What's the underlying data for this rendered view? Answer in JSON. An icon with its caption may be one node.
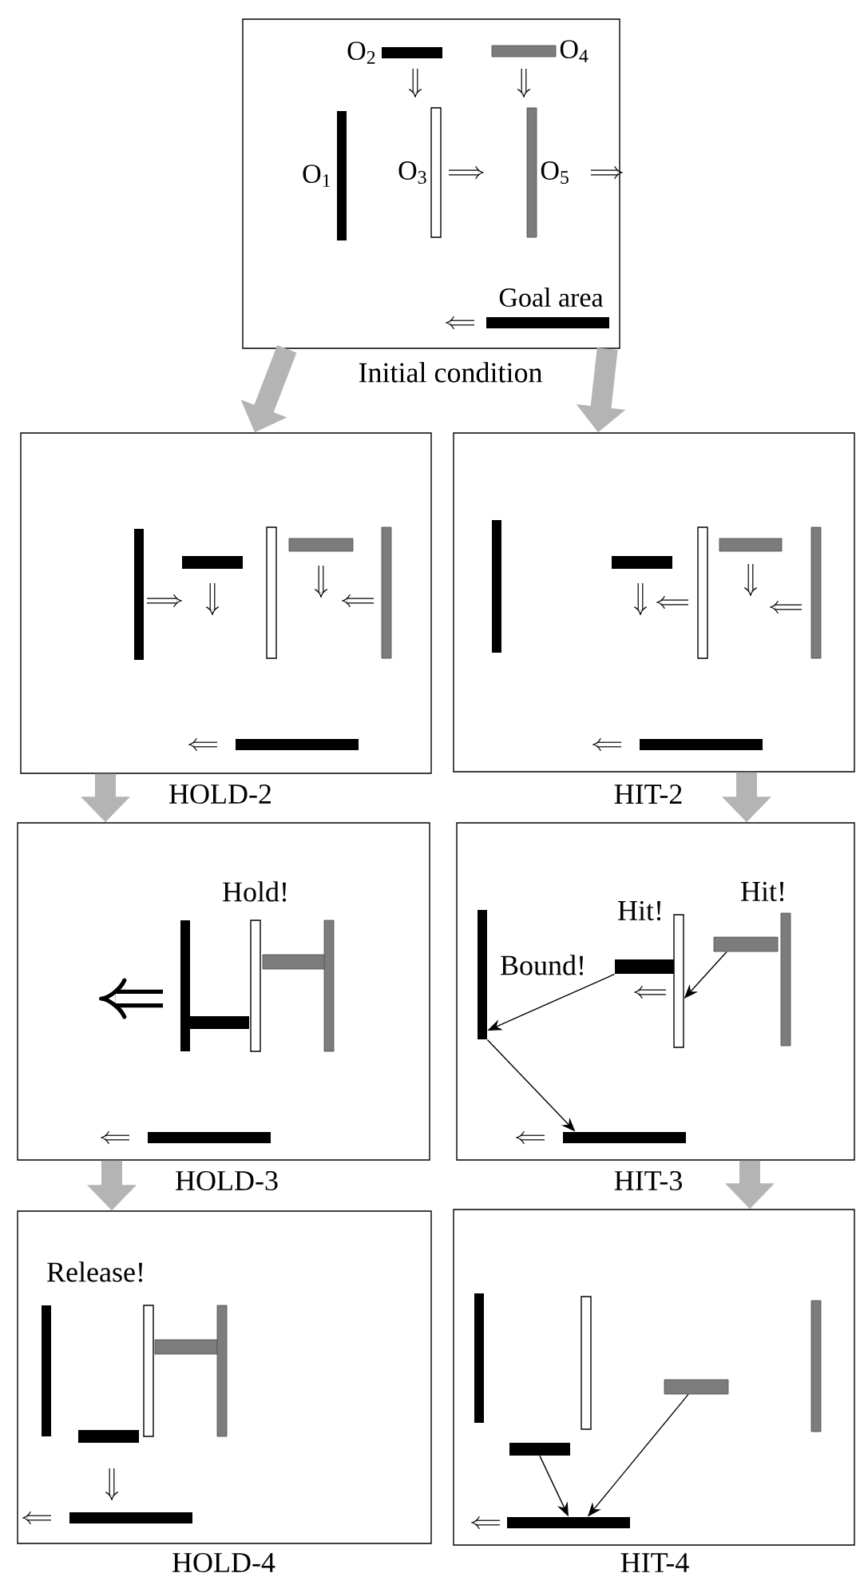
{
  "diagram": {
    "nodes": [
      {
        "text": [],
        "shape": "box",
        "beside": [
          "Initial condition"
        ]
      },
      {
        "text": [],
        "shape": "bar",
        "in": 0,
        "beside": [
          "O$_{1}$"
        ]
      },
      {
        "text": [],
        "shape": "bar",
        "in": 0,
        "beside": [
          "O$_{2}$"
        ]
      },
      {
        "text": [],
        "shape": "bar",
        "in": 0,
        "beside": [
          "O$_{3}$"
        ]
      },
      {
        "text": [],
        "shape": "bar",
        "in": 0,
        "beside": [
          "O$_{4}$"
        ]
      },
      {
        "text": [],
        "shape": "bar",
        "in": 0,
        "beside": [
          "O$_{5}$"
        ]
      },
      {
        "text": [],
        "shape": "bar",
        "in": 0,
        "beside": [
          "Goal area"
        ]
      },
      {
        "text": [],
        "shape": "box",
        "beside": [
          "HOLD-2"
        ]
      },
      {
        "text": [],
        "shape": "bar",
        "in": 7
      },
      {
        "text": [],
        "shape": "bar",
        "in": 7
      },
      {
        "text": [],
        "shape": "bar",
        "in": 7
      },
      {
        "text": [],
        "shape": "bar",
        "in": 7
      },
      {
        "text": [],
        "shape": "bar",
        "in": 7
      },
      {
        "text": [],
        "shape": "bar",
        "in": 7
      },
      {
        "text": [],
        "shape": "box",
        "beside": [
          "HIT-2"
        ]
      },
      {
        "text": [],
        "shape": "bar",
        "in": 14
      },
      {
        "text": [],
        "shape": "bar",
        "in": 14
      },
      {
        "text": [],
        "shape": "bar",
        "in": 14
      },
      {
        "text": [],
        "shape": "bar",
        "in": 14
      },
      {
        "text": [],
        "shape": "bar",
        "in": 14
      },
      {
        "text": [],
        "shape": "bar",
        "in": 14
      },
      {
        "text": [],
        "shape": "box",
        "beside": [
          "HOLD-3"
        ]
      },
      {
        "text": [],
        "shape": "bar",
        "in": 21
      },
      {
        "text": [],
        "shape": "bar",
        "in": 21
      },
      {
        "text": [],
        "shape": "bar",
        "in": 21
      },
      {
        "text": [],
        "shape": "bar",
        "in": 21
      },
      {
        "text": [],
        "shape": "bar",
        "in": 21
      },
      {
        "text": [],
        "shape": "bar",
        "in": 21
      },
      {
        "text": [],
        "shape": "box",
        "beside": [
          "HIT-3"
        ]
      },
      {
        "text": [],
        "shape": "bar",
        "in": 28
      },
      {
        "text": [],
        "shape": "bar",
        "in": 28
      },
      {
        "text": [],
        "shape": "bar",
        "in": 28
      },
      {
        "text": [],
        "shape": "bar",
        "in": 28
      },
      {
        "text": [],
        "shape": "bar",
        "in": 28
      },
      {
        "text": [],
        "shape": "bar",
        "in": 28
      },
      {
        "text": [],
        "shape": "box",
        "beside": [
          "HOLD-4"
        ]
      },
      {
        "text": [],
        "shape": "bar",
        "in": 35
      },
      {
        "text": [],
        "shape": "bar",
        "in": 35
      },
      {
        "text": [],
        "shape": "bar",
        "in": 35
      },
      {
        "text": [],
        "shape": "bar",
        "in": 35
      },
      {
        "text": [],
        "shape": "bar",
        "in": 35
      },
      {
        "text": [],
        "shape": "bar",
        "in": 35
      },
      {
        "text": [],
        "shape": "box",
        "beside": [
          "HIT-4"
        ]
      },
      {
        "text": [],
        "shape": "bar",
        "in": 42
      },
      {
        "text": [],
        "shape": "bar",
        "in": 42
      },
      {
        "text": [],
        "shape": "bar",
        "in": 42
      },
      {
        "text": [],
        "shape": "bar",
        "in": 42
      },
      {
        "text": [],
        "shape": "bar",
        "in": 42
      },
      {
        "text": [],
        "shape": "bar",
        "in": 42
      }
    ],
    "edges": [
      {
        "from": 0,
        "to": 7,
        "arrow": "to"
      },
      {
        "from": 0,
        "to": 14,
        "arrow": "to"
      },
      {
        "from": 7,
        "to": 21,
        "arrow": "to"
      },
      {
        "from": 14,
        "to": 28,
        "arrow": "to"
      },
      {
        "from": 21,
        "to": 35,
        "arrow": "to"
      },
      {
        "from": 28,
        "to": 42,
        "arrow": "to"
      },
      {
        "from": 30,
        "to": 29,
        "arrow": "to",
        "color": "#000000"
      },
      {
        "from": 32,
        "to": 31,
        "arrow": "to",
        "color": "#000000"
      },
      {
        "from": 29,
        "to": 34,
        "arrow": "to",
        "color": "#000000"
      },
      {
        "from": 44,
        "to": 48,
        "arrow": "to",
        "color": "#000000"
      },
      {
        "from": 46,
        "to": 48,
        "arrow": "to",
        "color": "#000000"
      }
    ],
    "labels": [
      "Hold!",
      "Hit!",
      "Hit!",
      "Bound!",
      "Release!"
    ]
  }
}
